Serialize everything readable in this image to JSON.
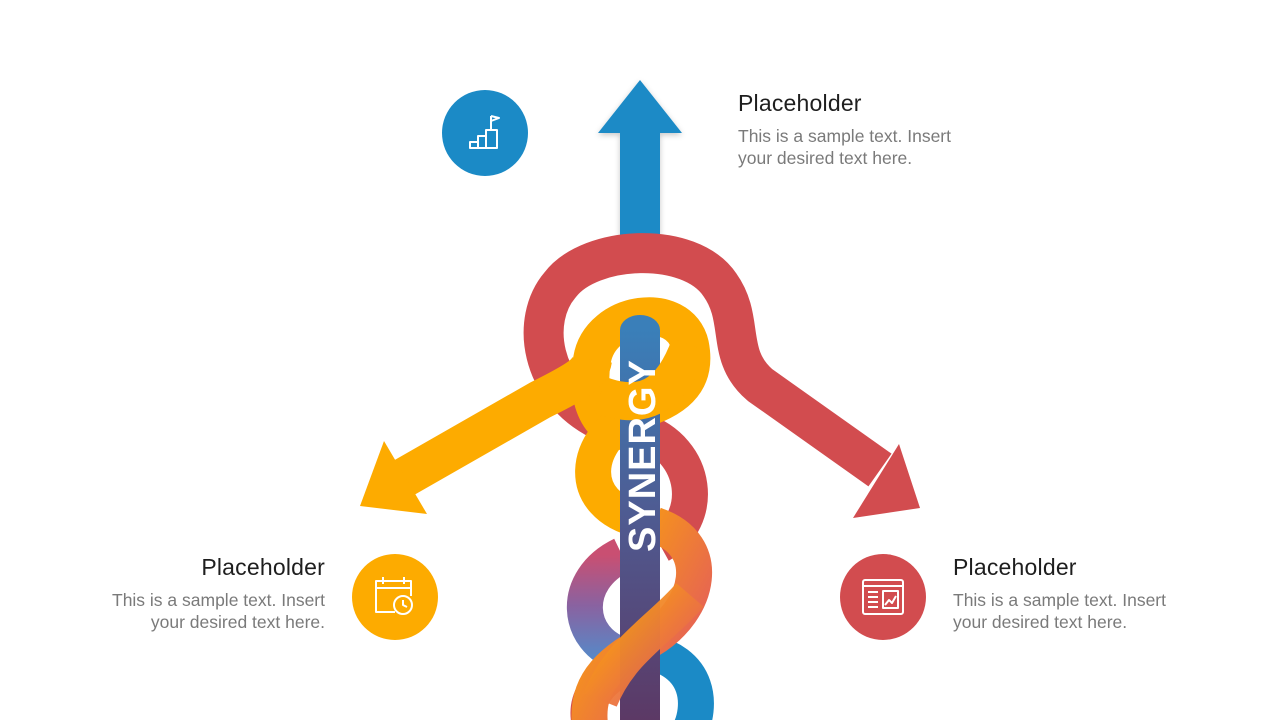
{
  "center_label": "SYNERGY",
  "blocks": {
    "top": {
      "title": "Placeholder",
      "text_line1": "This is a sample text. Insert",
      "text_line2": "your desired text here."
    },
    "left": {
      "title": "Placeholder",
      "text_line1": "This is a sample text. Insert",
      "text_line2": "your desired text here."
    },
    "right": {
      "title": "Placeholder",
      "text_line1": "This is a sample text. Insert",
      "text_line2": "your desired text here."
    }
  },
  "icons": {
    "top": "flag-steps-icon",
    "left": "calendar-clock-icon",
    "right": "document-chart-icon"
  },
  "colors": {
    "blue": "#1b8ac6",
    "orange": "#fdab00",
    "red": "#d24c4f",
    "center_bar_top": "#3d7ab6",
    "center_bar_bottom": "#5b3a66",
    "title_text": "#1e1e1e",
    "body_text": "#7a7a7a"
  }
}
